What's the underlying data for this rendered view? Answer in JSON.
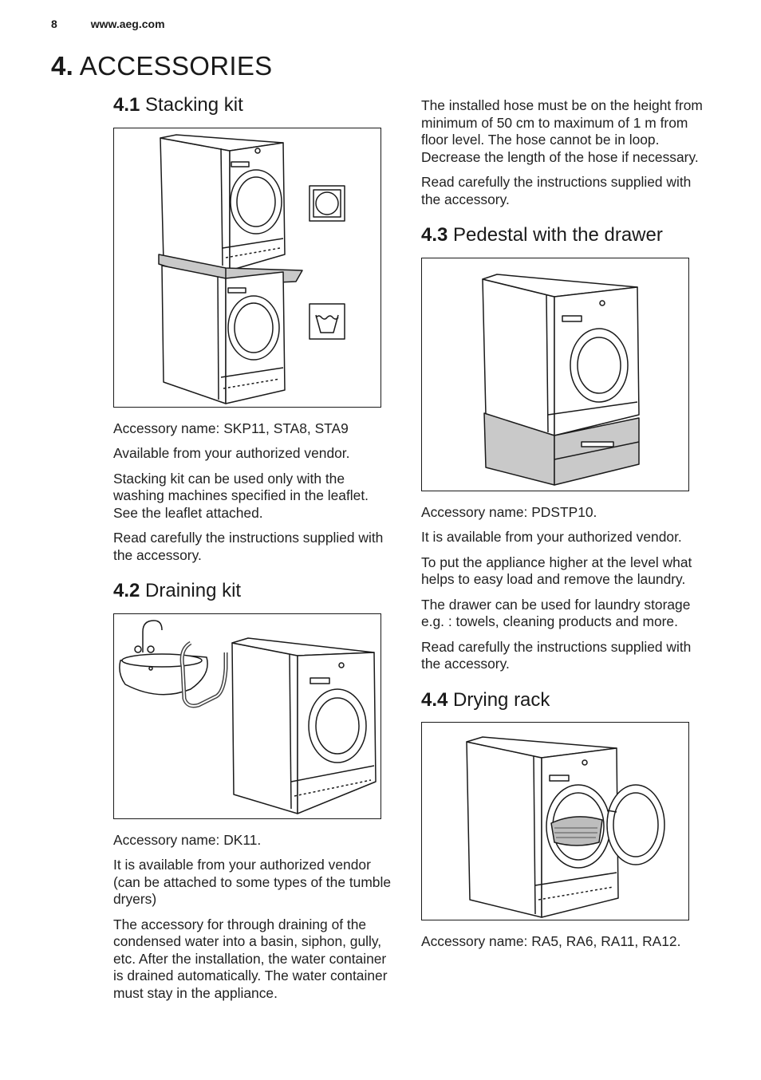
{
  "header": {
    "page_number": "8",
    "url": "www.aeg.com"
  },
  "chapter": {
    "number": "4.",
    "title": "ACCESSORIES"
  },
  "sections": {
    "stacking": {
      "number": "4.1",
      "title": "Stacking kit",
      "paragraphs": [
        "Accessory name: SKP11, STA8, STA9",
        "Available from your authorized vendor.",
        "Stacking kit can be used only with the washing machines specified in the leaflet. See the leaflet attached.",
        "Read carefully the instructions supplied with the accessory."
      ]
    },
    "draining": {
      "number": "4.2",
      "title": "Draining kit",
      "paragraphs": [
        "Accessory name: DK11.",
        "It is available from your authorized vendor (can be attached to some types of the tumble dryers)",
        "The accessory for through draining of the condensed water into a basin, siphon, gully, etc. After the installation, the water container is drained automatically. The water container must stay in the appliance."
      ],
      "continued": [
        "The installed hose must be on the height from minimum of 50 cm to maximum of 1 m from floor level. The hose cannot be in loop. Decrease the length of the hose if necessary.",
        "Read carefully the instructions supplied with the accessory."
      ]
    },
    "pedestal": {
      "number": "4.3",
      "title": "Pedestal with the drawer",
      "paragraphs": [
        "Accessory name: PDSTP10.",
        "It is available from your authorized vendor.",
        "To put the appliance higher at the level what helps to easy load and remove the laundry.",
        "The drawer can be used for laundry storage e.g. : towels, cleaning products and more.",
        "Read carefully the instructions supplied with the accessory."
      ]
    },
    "rack": {
      "number": "4.4",
      "title": "Drying rack",
      "paragraphs": [
        "Accessory name: RA5, RA6, RA11, RA12."
      ]
    }
  }
}
